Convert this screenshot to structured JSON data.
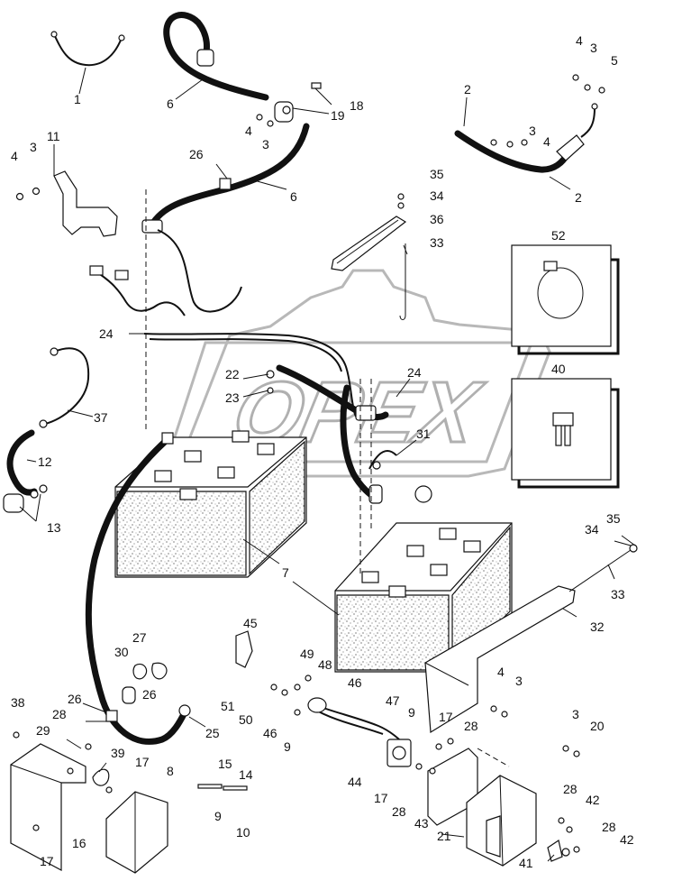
{
  "watermark": {
    "text": "OPEX"
  },
  "callouts": [
    {
      "id": "c1",
      "text": "1"
    },
    {
      "id": "c2a",
      "text": "2"
    },
    {
      "id": "c2b",
      "text": "2"
    },
    {
      "id": "c3a",
      "text": "3"
    },
    {
      "id": "c3b",
      "text": "3"
    },
    {
      "id": "c3c",
      "text": "3"
    },
    {
      "id": "c3d",
      "text": "3"
    },
    {
      "id": "c3e",
      "text": "3"
    },
    {
      "id": "c3f",
      "text": "3"
    },
    {
      "id": "c4a",
      "text": "4"
    },
    {
      "id": "c4b",
      "text": "4"
    },
    {
      "id": "c4c",
      "text": "4"
    },
    {
      "id": "c4d",
      "text": "4"
    },
    {
      "id": "c4e",
      "text": "4"
    },
    {
      "id": "c5",
      "text": "5"
    },
    {
      "id": "c6a",
      "text": "6"
    },
    {
      "id": "c6b",
      "text": "6"
    },
    {
      "id": "c7",
      "text": "7"
    },
    {
      "id": "c8",
      "text": "8"
    },
    {
      "id": "c9a",
      "text": "9"
    },
    {
      "id": "c9b",
      "text": "9"
    },
    {
      "id": "c9c",
      "text": "9"
    },
    {
      "id": "c10",
      "text": "10"
    },
    {
      "id": "c11",
      "text": "11"
    },
    {
      "id": "c12",
      "text": "12"
    },
    {
      "id": "c13",
      "text": "13"
    },
    {
      "id": "c14",
      "text": "14"
    },
    {
      "id": "c15",
      "text": "15"
    },
    {
      "id": "c16",
      "text": "16"
    },
    {
      "id": "c17a",
      "text": "17"
    },
    {
      "id": "c17b",
      "text": "17"
    },
    {
      "id": "c17c",
      "text": "17"
    },
    {
      "id": "c17d",
      "text": "17"
    },
    {
      "id": "c18",
      "text": "18"
    },
    {
      "id": "c19",
      "text": "19"
    },
    {
      "id": "c20",
      "text": "20"
    },
    {
      "id": "c21",
      "text": "21"
    },
    {
      "id": "c22",
      "text": "22"
    },
    {
      "id": "c23",
      "text": "23"
    },
    {
      "id": "c24a",
      "text": "24"
    },
    {
      "id": "c24b",
      "text": "24"
    },
    {
      "id": "c25",
      "text": "25"
    },
    {
      "id": "c26a",
      "text": "26"
    },
    {
      "id": "c26b",
      "text": "26"
    },
    {
      "id": "c26c",
      "text": "26"
    },
    {
      "id": "c27",
      "text": "27"
    },
    {
      "id": "c28a",
      "text": "28"
    },
    {
      "id": "c28b",
      "text": "28"
    },
    {
      "id": "c28c",
      "text": "28"
    },
    {
      "id": "c28d",
      "text": "28"
    },
    {
      "id": "c28e",
      "text": "28"
    },
    {
      "id": "c29",
      "text": "29"
    },
    {
      "id": "c30",
      "text": "30"
    },
    {
      "id": "c31",
      "text": "31"
    },
    {
      "id": "c32",
      "text": "32"
    },
    {
      "id": "c33a",
      "text": "33"
    },
    {
      "id": "c33b",
      "text": "33"
    },
    {
      "id": "c34a",
      "text": "34"
    },
    {
      "id": "c34b",
      "text": "34"
    },
    {
      "id": "c35a",
      "text": "35"
    },
    {
      "id": "c35b",
      "text": "35"
    },
    {
      "id": "c36",
      "text": "36"
    },
    {
      "id": "c37",
      "text": "37"
    },
    {
      "id": "c38",
      "text": "38"
    },
    {
      "id": "c39",
      "text": "39"
    },
    {
      "id": "c40",
      "text": "40"
    },
    {
      "id": "c41",
      "text": "41"
    },
    {
      "id": "c42a",
      "text": "42"
    },
    {
      "id": "c42b",
      "text": "42"
    },
    {
      "id": "c43",
      "text": "43"
    },
    {
      "id": "c44",
      "text": "44"
    },
    {
      "id": "c45",
      "text": "45"
    },
    {
      "id": "c46a",
      "text": "46"
    },
    {
      "id": "c46b",
      "text": "46"
    },
    {
      "id": "c47",
      "text": "47"
    },
    {
      "id": "c48",
      "text": "48"
    },
    {
      "id": "c49",
      "text": "49"
    },
    {
      "id": "c50",
      "text": "50"
    },
    {
      "id": "c51",
      "text": "51"
    },
    {
      "id": "c52",
      "text": "52"
    }
  ]
}
